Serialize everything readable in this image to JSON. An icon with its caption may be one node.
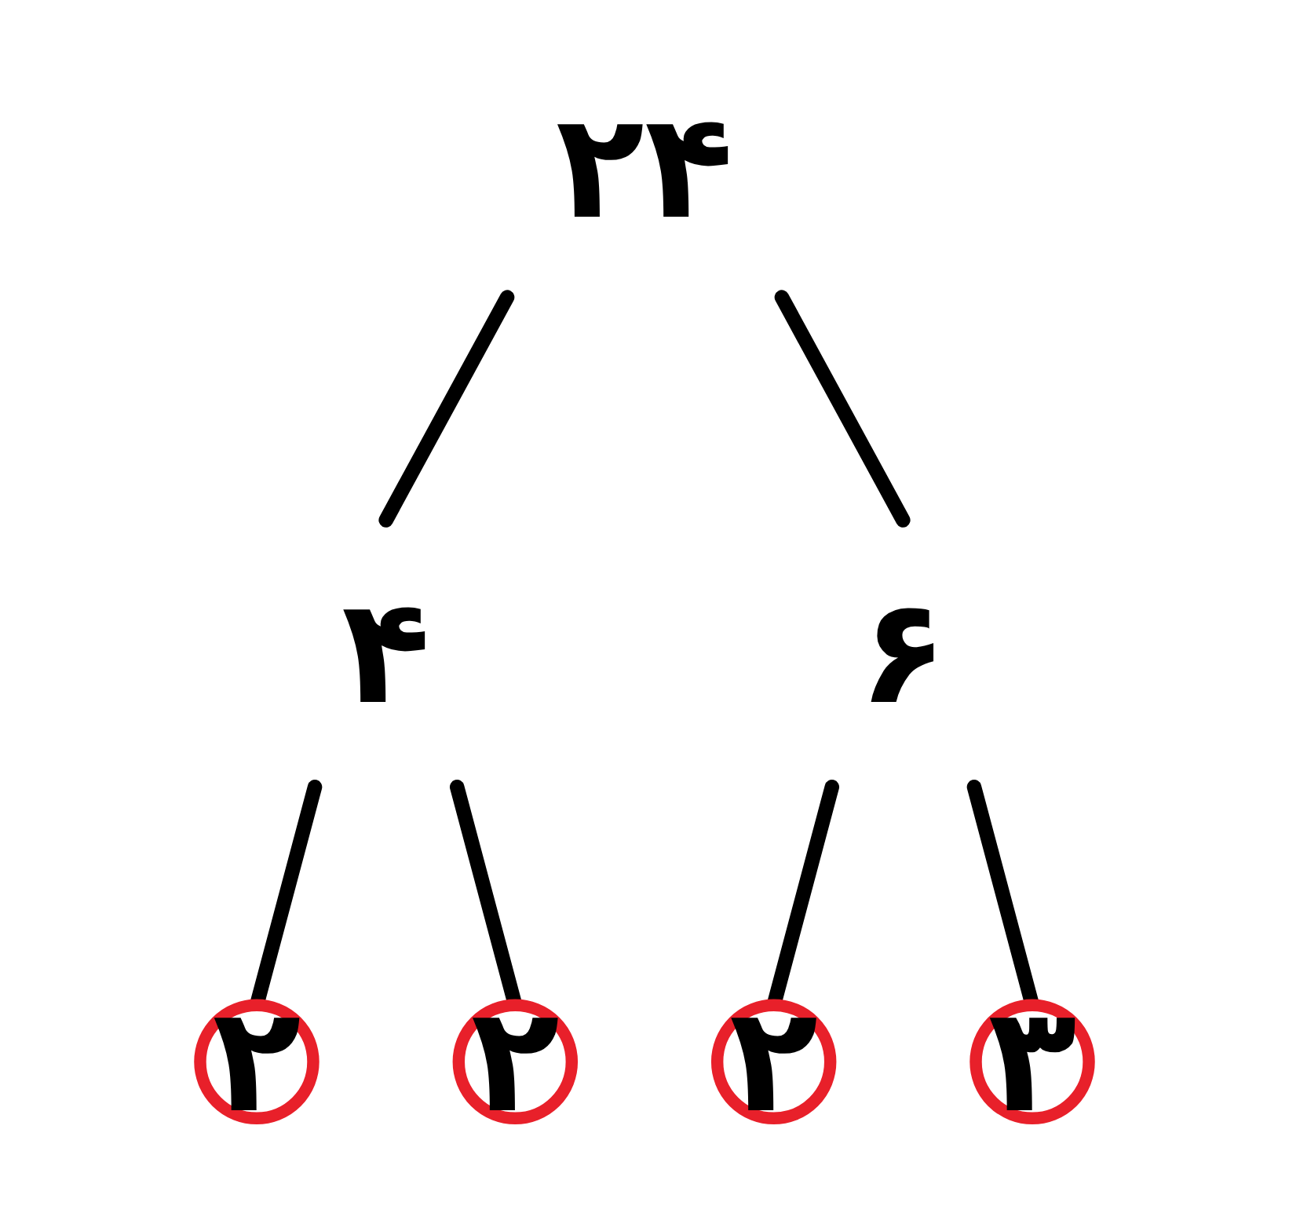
{
  "diagram": {
    "nodes": [
      {
        "text": [
          "۲۴"
        ]
      },
      {
        "text": [
          "۴"
        ]
      },
      {
        "text": [
          "۶"
        ]
      },
      {
        "text": [
          "۲"
        ]
      },
      {
        "text": [
          "۲"
        ]
      },
      {
        "text": [
          "۲"
        ]
      },
      {
        "text": [
          "۳"
        ]
      }
    ],
    "edges": [
      {
        "from": 0,
        "to": 1,
        "arrow": "none"
      },
      {
        "from": 0,
        "to": 2,
        "arrow": "none"
      },
      {
        "from": 1,
        "to": 3,
        "arrow": "none"
      },
      {
        "from": 1,
        "to": 4,
        "arrow": "none"
      },
      {
        "from": 2,
        "to": 5,
        "arrow": "none"
      },
      {
        "from": 2,
        "to": 6,
        "arrow": "none"
      }
    ]
  }
}
